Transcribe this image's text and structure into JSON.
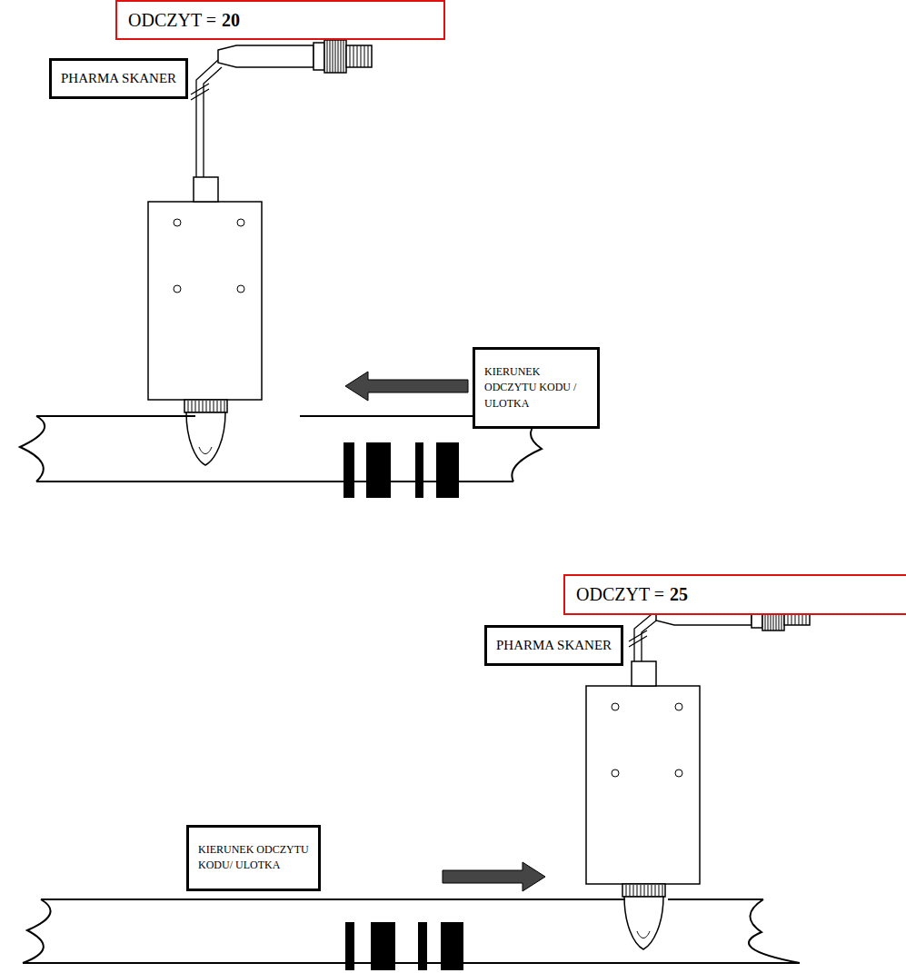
{
  "diagram": {
    "nodes": [
      {
        "text": [
          "ODCZYT =",
          "20"
        ]
      },
      {
        "text": [
          "PHARMA SKANER"
        ]
      },
      {
        "text": [
          "KIERUNEK ODCZYTU KODU / ULOTKA"
        ]
      },
      {
        "text": [
          "ODCZYT =",
          "25"
        ]
      },
      {
        "text": [
          "PHARMA SKANER"
        ]
      },
      {
        "text": [
          "KIERUNEK ODCZYTU KODU/ ULOTKA"
        ]
      }
    ]
  }
}
